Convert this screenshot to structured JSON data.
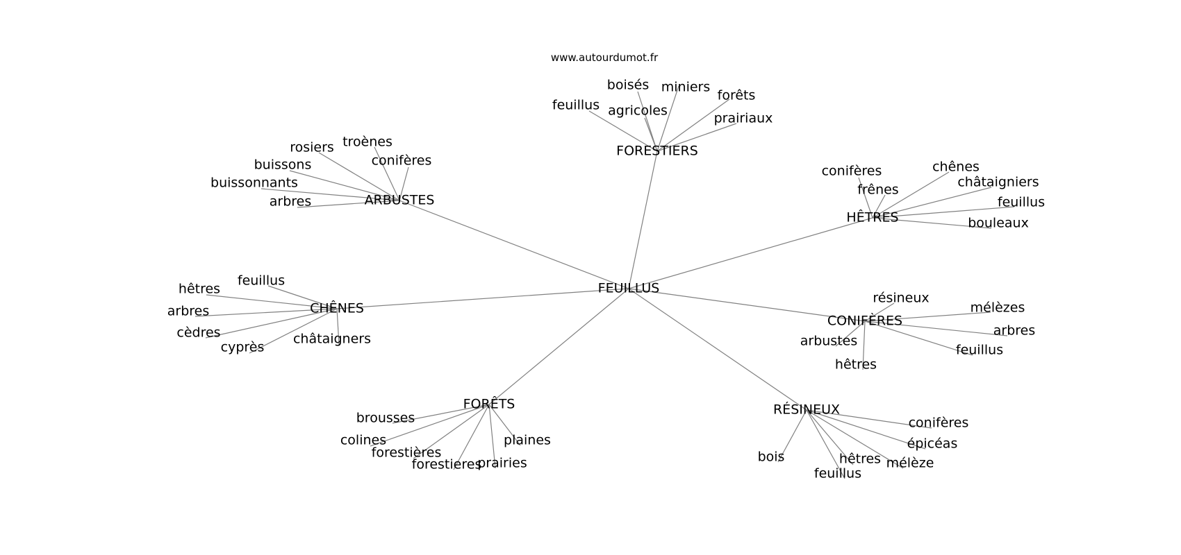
{
  "watermark": "www.autourdumot.fr",
  "graph": {
    "center": "FEUILLUS",
    "clusters": [
      {
        "label": "FORESTIERS",
        "leaves": [
          "boisés",
          "miniers",
          "forêts",
          "feuillus",
          "agricoles",
          "prairiaux"
        ]
      },
      {
        "label": "ARBUSTES",
        "leaves": [
          "troènes",
          "rosiers",
          "conifères",
          "buissons",
          "buissonnants",
          "arbres"
        ]
      },
      {
        "label": "HÊTRES",
        "leaves": [
          "chênes",
          "conifères",
          "châtaigniers",
          "frênes",
          "feuillus",
          "bouleaux"
        ]
      },
      {
        "label": "CHÊNES",
        "leaves": [
          "feuillus",
          "hêtres",
          "arbres",
          "cèdres",
          "cyprès",
          "châtaigners"
        ]
      },
      {
        "label": "CONIFÈRES",
        "leaves": [
          "résineux",
          "mélèzes",
          "arbres",
          "arbustes",
          "feuillus",
          "hêtres"
        ]
      },
      {
        "label": "FORÊTS",
        "leaves": [
          "brousses",
          "colines",
          "plaines",
          "forestières",
          "forestieres",
          "prairies"
        ]
      },
      {
        "label": "RÉSINEUX",
        "leaves": [
          "conifères",
          "épicéas",
          "bois",
          "hêtres",
          "mélèze",
          "feuillus"
        ]
      }
    ]
  }
}
